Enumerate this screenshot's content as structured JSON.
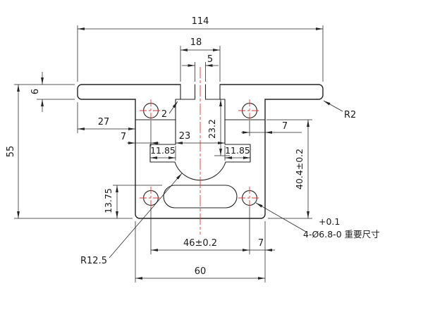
{
  "drawing": {
    "type": "engineering-cross-section",
    "line_color": "#222222",
    "centerline_color": "#e03a3a",
    "background": "#ffffff",
    "dims": {
      "overall_width": "114",
      "top_slot_width": "18",
      "top_slot_inner": "5",
      "flange_thickness": "6",
      "overall_height": "55",
      "flange_overhang": "27",
      "rib_thickness": "2",
      "cavity_width": "23",
      "cavity_height": "23.2",
      "hole_edge_left": "7",
      "hole_edge_right": "7",
      "pocket_width_left": "11.85",
      "pocket_width_right": "11.85",
      "bottom_wall": "13.75",
      "body_height": "40.4±0.2",
      "flange_end_radius": "R2",
      "hole_tol_upper": "+0.1",
      "hole_callout": "4-Ø6.8-0 重要尺寸",
      "hole_spacing": "46±0.2",
      "hole_edge_bottom": "7",
      "body_width": "60",
      "cavity_radius": "R12.5"
    }
  }
}
